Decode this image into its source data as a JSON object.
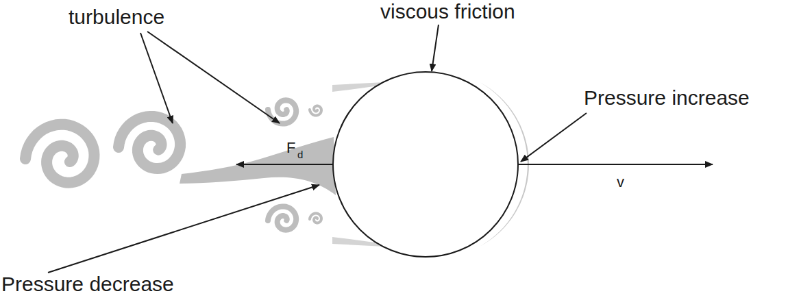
{
  "diagram": {
    "labels": [
      "turbulence",
      "viscous friction",
      "Pressure increase",
      "F",
      "d",
      "v",
      "Pressure decrease"
    ]
  }
}
